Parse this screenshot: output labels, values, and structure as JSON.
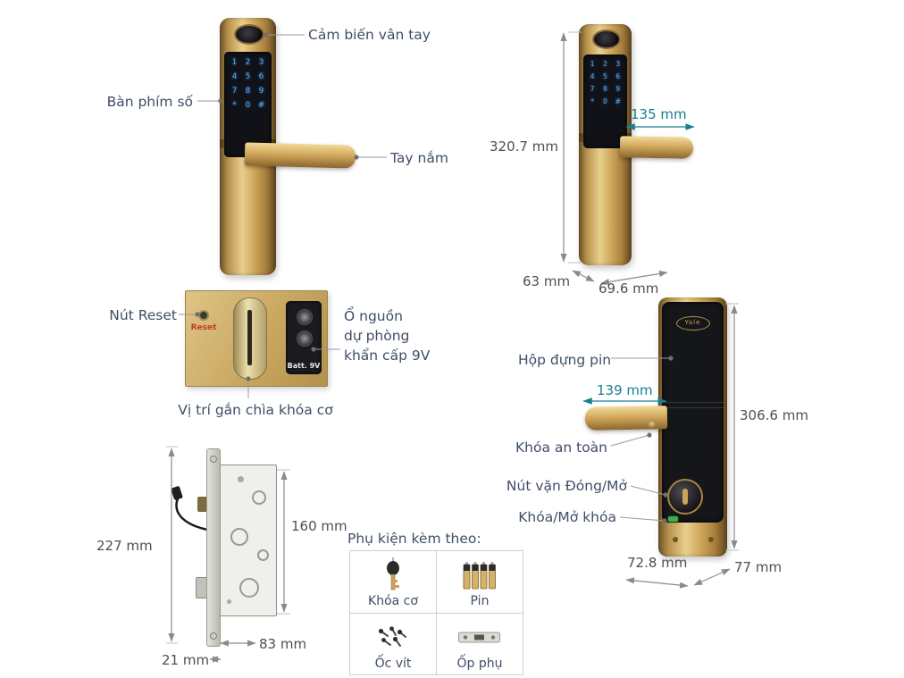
{
  "annotations": {
    "front": {
      "fingerprint": "Cảm biến vân tay",
      "keypad": "Bàn phím số",
      "handle": "Tay nắm"
    },
    "plate": {
      "reset": "Nút Reset",
      "reset_button_text": "Reset",
      "backup_power": [
        "Ổ nguồn",
        "dự phòng",
        "khẩn cấp 9V"
      ],
      "battery_text": "Batt. 9V",
      "key_position": "Vị trí gắn chìa khóa cơ"
    },
    "back": {
      "battery_box": "Hộp đựng pin",
      "safety_lock": "Khóa an toàn",
      "knob": "Nút vặn Đóng/Mở",
      "lock_unlock": "Khóa/Mở khóa"
    }
  },
  "brand": "Yale",
  "dimensions": {
    "front_height": "320.7 mm",
    "front_handle_width": "135 mm",
    "front_depth": "63 mm",
    "front_width": "69.6 mm",
    "back_handle_width": "139 mm",
    "back_height": "306.6 mm",
    "back_width": "72.8 mm",
    "back_depth": "77 mm",
    "mortise_height": "227 mm",
    "mortise_body_height": "160 mm",
    "mortise_faceplate_width": "21 mm",
    "mortise_body_width": "83 mm"
  },
  "keypad": {
    "digits": [
      "1",
      "2",
      "3",
      "4",
      "5",
      "6",
      "7",
      "8",
      "9",
      "*",
      "0",
      "#"
    ]
  },
  "accessories": {
    "title": "Phụ kiện kèm theo:",
    "items": [
      {
        "name": "key",
        "label": "Khóa cơ"
      },
      {
        "name": "batteries",
        "label": "Pin"
      },
      {
        "name": "screws",
        "label": "Ốc vít"
      },
      {
        "name": "strike-plate",
        "label": "Ốp phụ"
      }
    ]
  },
  "colors": {
    "label_navy": "#3f4e66",
    "dimension_gray": "#4f4f4f",
    "dimension_accent_teal": "#17808f",
    "gold": "#c9a35c"
  }
}
